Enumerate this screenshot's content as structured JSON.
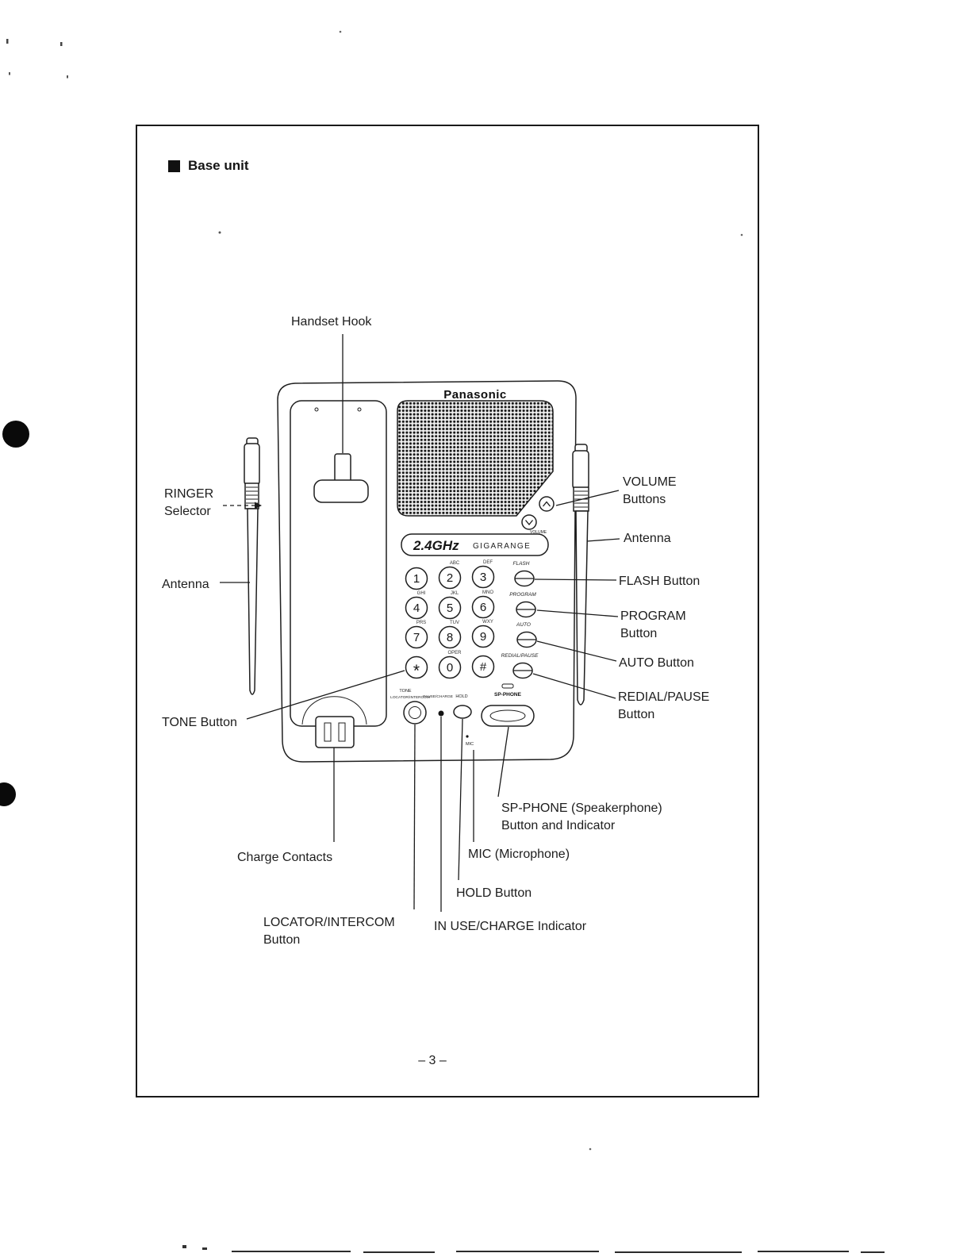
{
  "page": {
    "heading": "Base unit",
    "page_number": "– 3 –"
  },
  "diagram": {
    "brand": "Panasonic",
    "badge_freq": "2.4GHz",
    "badge_name": "GIGARANGE",
    "volume_small_label": "VOLUME",
    "keys": [
      {
        "d": "1",
        "l": ""
      },
      {
        "d": "2",
        "l": "ABC"
      },
      {
        "d": "3",
        "l": "DEF"
      },
      {
        "d": "4",
        "l": "GHI"
      },
      {
        "d": "5",
        "l": "JKL"
      },
      {
        "d": "6",
        "l": "MNO"
      },
      {
        "d": "7",
        "l": "PRS"
      },
      {
        "d": "8",
        "l": "TUV"
      },
      {
        "d": "9",
        "l": "WXY"
      },
      {
        "d": "*",
        "l": ""
      },
      {
        "d": "0",
        "l": "OPER"
      },
      {
        "d": "#",
        "l": ""
      }
    ],
    "side_buttons": [
      "FLASH",
      "PROGRAM",
      "AUTO",
      "REDIAL/PAUSE"
    ],
    "small_labels": {
      "tone": "TONE",
      "locator_intercom": "LOCATOR/INTERCOM",
      "in_use_charge": "IN USE/CHARGE",
      "hold": "HOLD",
      "sp_phone": "SP-PHONE",
      "mic": "MIC"
    }
  },
  "callouts": {
    "handset_hook": "Handset Hook",
    "ringer_selector": "RINGER Selector",
    "antenna_left": "Antenna",
    "volume_buttons": "VOLUME Buttons",
    "antenna_right": "Antenna",
    "flash_button": "FLASH Button",
    "program_button": "PROGRAM Button",
    "auto_button": "AUTO Button",
    "redial_pause_button": "REDIAL/PAUSE Button",
    "tone_button": "TONE Button",
    "charge_contacts": "Charge Contacts",
    "sp_phone_button": "SP-PHONE (Speakerphone) Button and Indicator",
    "mic": "MIC (Microphone)",
    "hold_button": "HOLD Button",
    "locator_intercom_button": "LOCATOR/INTERCOM Button",
    "in_use_charge_indicator": "IN USE/CHARGE Indicator"
  },
  "colors": {
    "ink": "#1b1b1b",
    "paper": "#ffffff"
  }
}
